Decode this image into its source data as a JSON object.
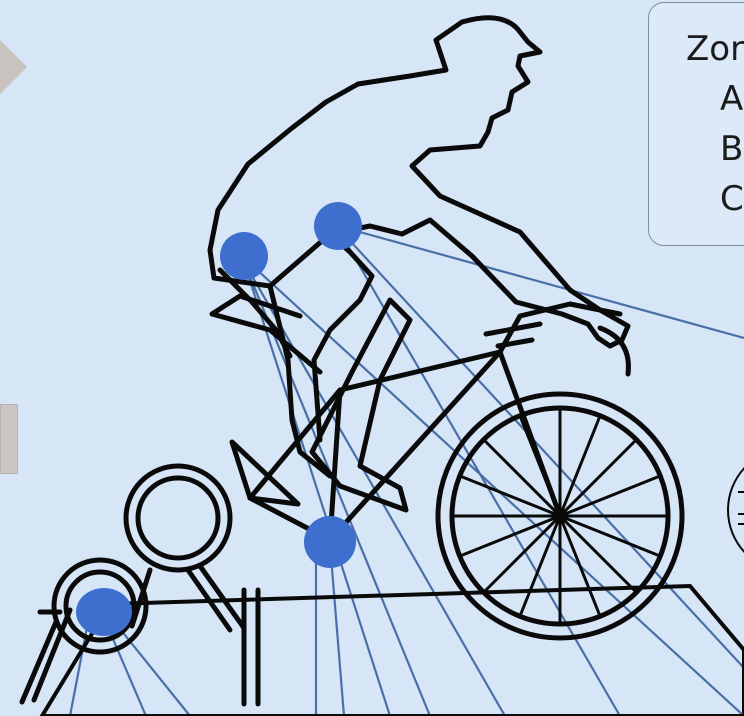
{
  "legend": {
    "title": "Zor",
    "items": [
      {
        "letter": "A"
      },
      {
        "letter": "B"
      },
      {
        "letter": "C"
      }
    ]
  },
  "colors": {
    "background": "#d6e6f6",
    "outline": "#0a0a0a",
    "marker": "#3f6fce",
    "ray": "#4a6fa8"
  },
  "markers": [
    {
      "name": "hip-marker-rear"
    },
    {
      "name": "hip-marker-front"
    },
    {
      "name": "crank-marker"
    },
    {
      "name": "trainer-roller-marker"
    }
  ]
}
